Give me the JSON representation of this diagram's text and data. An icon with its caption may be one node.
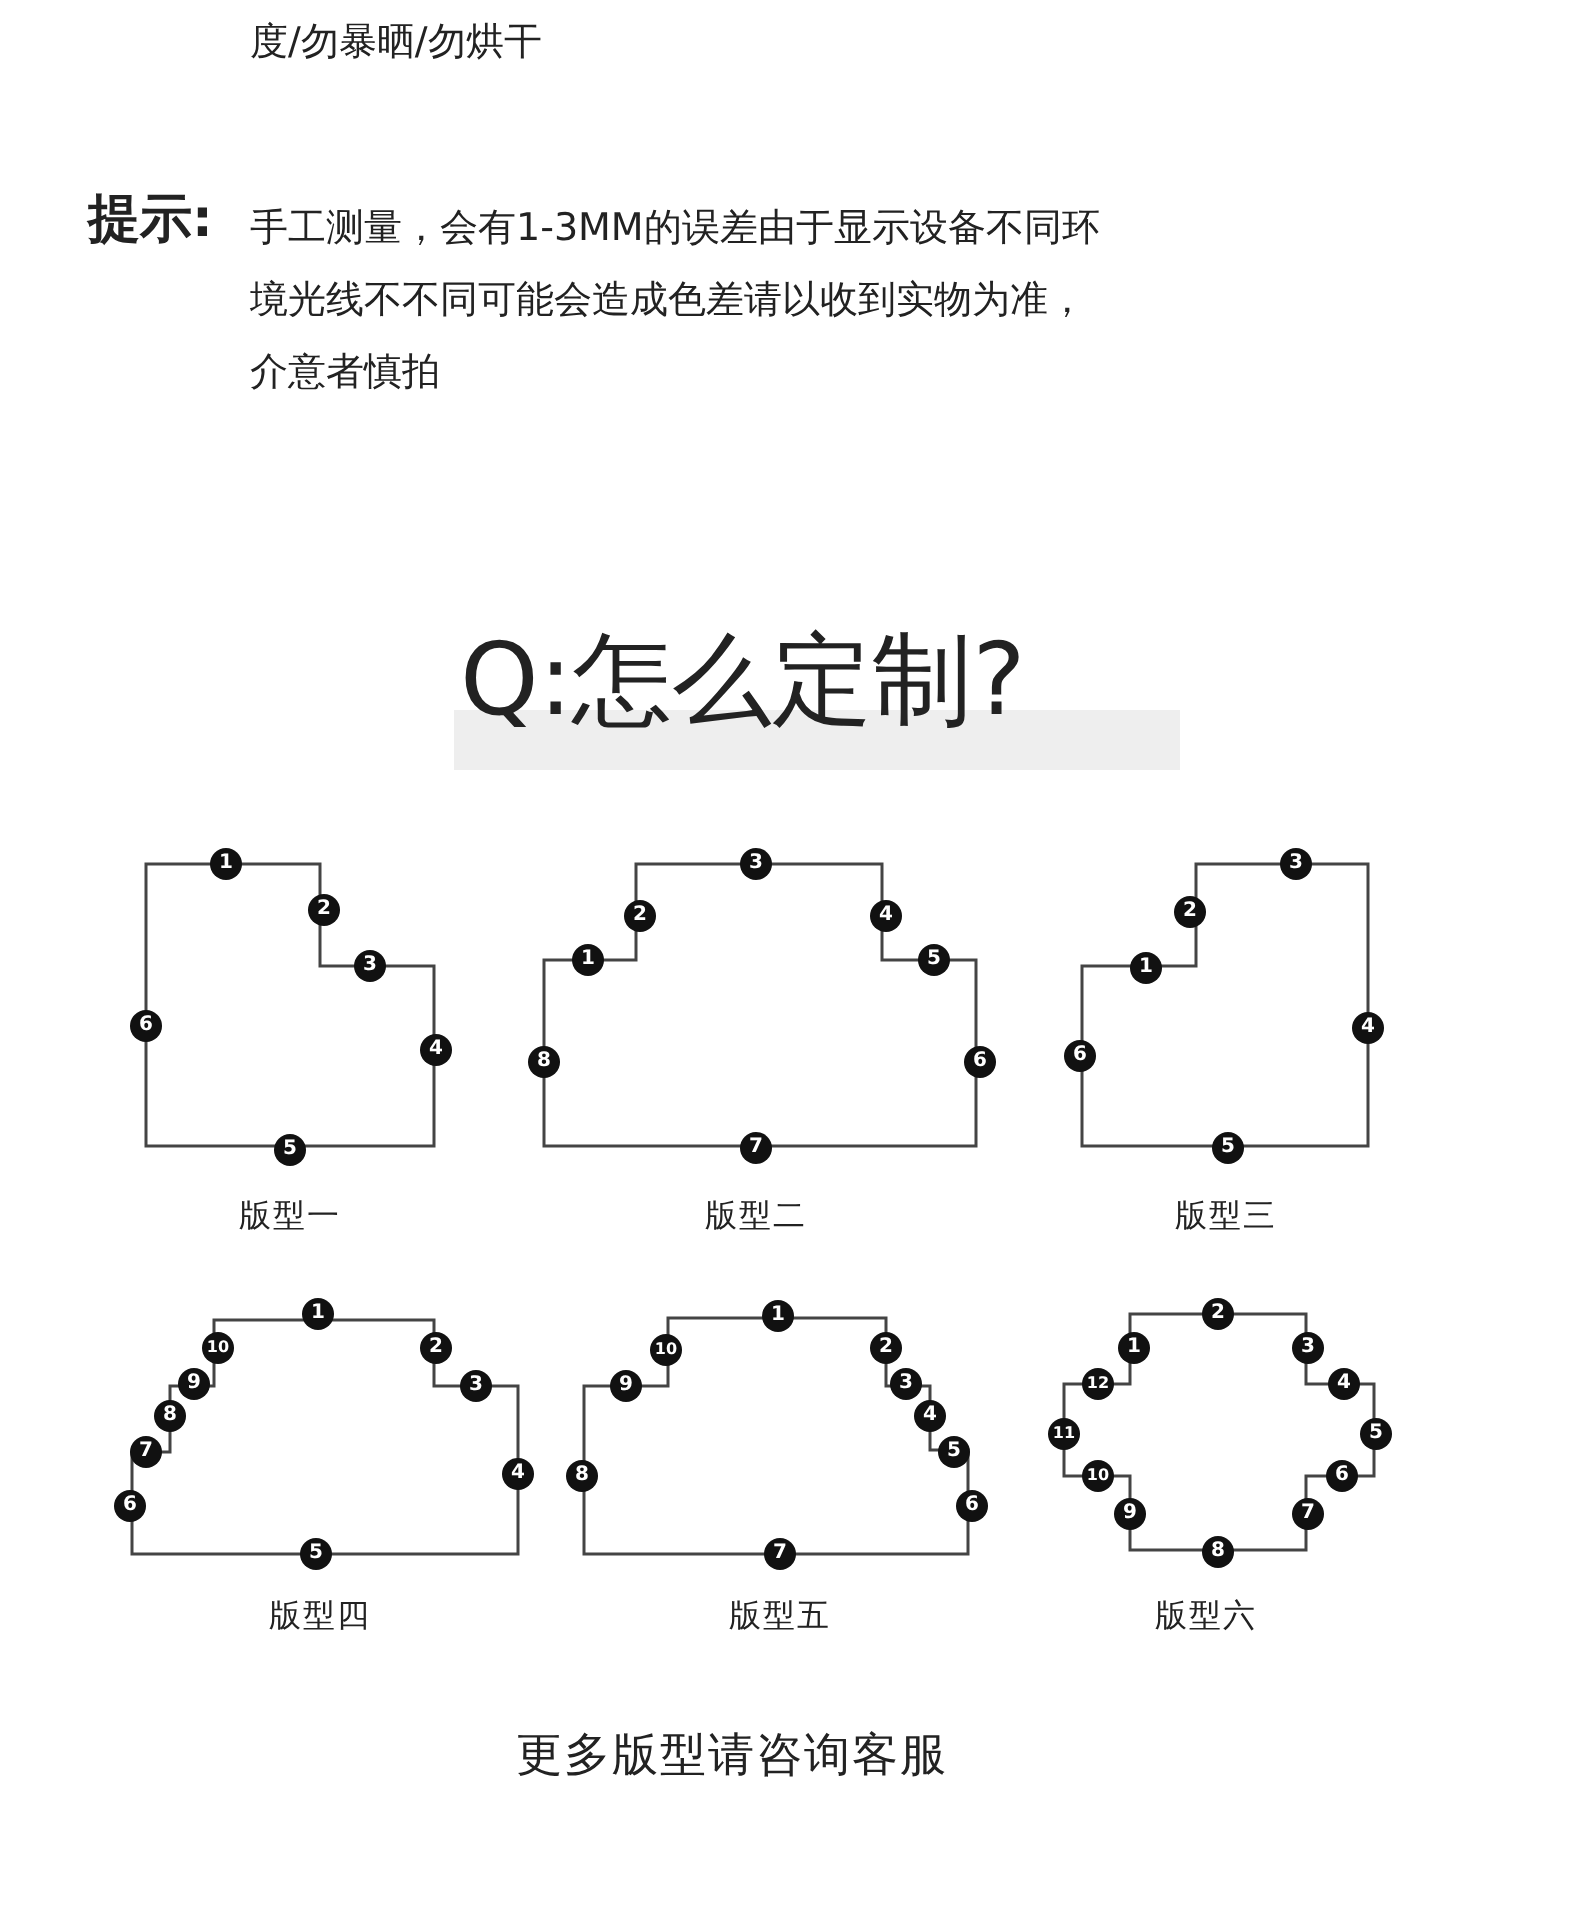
{
  "diagram": {
    "title": "Q:怎么定制?",
    "caption": "更多版型请咨询客服",
    "labels": [
      "度/勿暴晒/勿烘干",
      "提示:",
      "手工测量，会有1-3MM的误差由于显示设备不同环境光线不不同可能会造成色差请以收到实物为准，介意者慎拍",
      "1",
      "2",
      "3",
      "4",
      "5",
      "6",
      "版型一",
      "1",
      "2",
      "3",
      "4",
      "5",
      "6",
      "7",
      "8",
      "版型二",
      "1",
      "2",
      "3",
      "4",
      "5",
      "6",
      "版型三",
      "1",
      "2",
      "3",
      "4",
      "5",
      "6",
      "7",
      "8",
      "9",
      "10",
      "版型四",
      "1",
      "2",
      "3",
      "4",
      "5",
      "6",
      "7",
      "8",
      "9",
      "10",
      "版型五",
      "1",
      "2",
      "3",
      "4",
      "5",
      "6",
      "7",
      "8",
      "9",
      "10",
      "11",
      "12",
      "版型六"
    ]
  }
}
